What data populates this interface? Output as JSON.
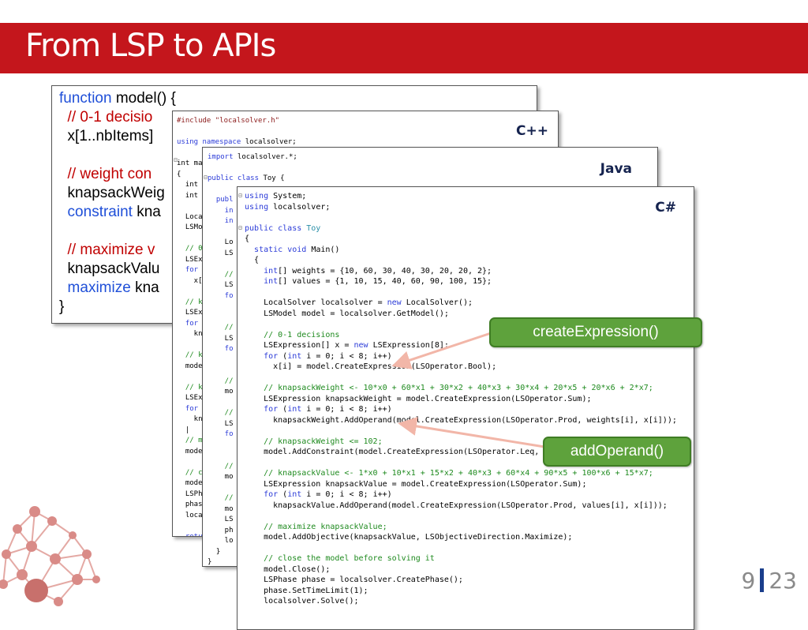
{
  "slide": {
    "title": "From LSP to APIs",
    "page_current": "9",
    "page_total": "23",
    "colors": {
      "title_bar": "#c4161c",
      "callout": "#5ea23c",
      "callout_border": "#3f7d24",
      "arrow": "#f2b6a8",
      "page_sep": "#1a3e8c"
    }
  },
  "lsp_code": {
    "line1": "model() {",
    "line1_kw": "function",
    "line2": "  // 0-1 decisio",
    "line3": "  x[1..nbItems]",
    "line5": "  // weight con",
    "line6": "  knapsackWeig",
    "line7_kw": "  constraint",
    "line7": " kna",
    "line9": "  // maximize v",
    "line10": "  knapsackValu",
    "line11_kw": "  maximize",
    "line11": " kna",
    "line12": "}"
  },
  "cpp_panel": {
    "lang": "C++",
    "include": "#include \"localsolver.h\"",
    "using_kw": "using namespace",
    "using_rest": " localsolver;",
    "l1": "int ma",
    "l2": "{",
    "l3": "  int",
    "l4": "  int",
    "l5": "  Loca",
    "l6": "  LSMo",
    "l7": "  // 0",
    "l8": "  LSEx",
    "l9": "  for",
    "l10": "    x[",
    "l11": "  // k",
    "l12": "  LSEx",
    "l13": "  for",
    "l14": "    kn",
    "l15": "  // k",
    "l16": "  mode",
    "l17": "  // k",
    "l18": "  LSEx",
    "l19": "  for",
    "l20": "    kn",
    "l21": "  |",
    "l22": "  // m",
    "l23": "  mode",
    "l24": "  // c",
    "l25": "  mode",
    "l26": "  LSPh",
    "l27": "  phas",
    "l28": "  loca",
    "l29": "  retu",
    "l30": "}"
  },
  "java_panel": {
    "lang": "Java",
    "import_kw": "import",
    "import_rest": " localsolver.*;",
    "class_kw": "public class",
    "class_rest": " Toy {",
    "l1": "  publ",
    "l2": "    in",
    "l3": "    in",
    "l4": "    Lo",
    "l5": "    LS",
    "l6": "    //",
    "l7": "    LS",
    "l8": "    fo",
    "l9": "    //",
    "l10": "    LS",
    "l11": "    fo",
    "l12": "    //",
    "l13": "    mo",
    "l14": "    //",
    "l15": "    LS",
    "l16": "    fo",
    "l17": "    //",
    "l18": "    mo",
    "l19": "    //",
    "l20": "    mo",
    "l21": "    LS",
    "l22": "    ph",
    "l23": "    lo",
    "l24": "  }",
    "l25": "}"
  },
  "cs_panel": {
    "lang": "C#",
    "lines": [
      "using System;",
      "using localsolver;",
      "",
      "public class Toy",
      "{",
      "  static void Main()",
      "  {",
      "    int[] weights = {10, 60, 30, 40, 30, 20, 20, 2};",
      "    int[] values = {1, 10, 15, 40, 60, 90, 100, 15};",
      "",
      "    LocalSolver localsolver = new LocalSolver();",
      "    LSModel model = localsolver.GetModel();",
      "",
      "    // 0-1 decisions",
      "    LSExpression[] x = new LSExpression[8];",
      "    for (int i = 0; i < 8; i++)",
      "      x[i] = model.CreateExpression(LSOperator.Bool);",
      "",
      "    // knapsackWeight <- 10*x0 + 60*x1 + 30*x2 + 40*x3 + 30*x4 + 20*x5 + 20*x6 + 2*x7;",
      "    LSExpression knapsackWeight = model.CreateExpression(LSOperator.Sum);",
      "    for (int i = 0; i < 8; i++)",
      "      knapsackWeight.AddOperand(model.CreateExpression(LSOperator.Prod, weights[i], x[i]));",
      "",
      "    // knapsackWeight <= 102;",
      "    model.AddConstraint(model.CreateExpression(LSOperator.Leq,",
      "",
      "    // knapsackValue <- 1*x0 + 10*x1 + 15*x2 + 40*x3 + 60*x4 + 90*x5 + 100*x6 + 15*x7;",
      "    LSExpression knapsackValue = model.CreateExpression(LSOperator.Sum);",
      "    for (int i = 0; i < 8; i++)",
      "      knapsackValue.AddOperand(model.CreateExpression(LSOperator.Prod, values[i], x[i]));",
      "",
      "    // maximize knapsackValue;",
      "    model.AddObjective(knapsackValue, LSObjectiveDirection.Maximize);",
      "",
      "    // close the model before solving it",
      "    model.Close();",
      "    LSPhase phase = localsolver.CreatePhase();",
      "    phase.SetTimeLimit(1);",
      "    localsolver.Solve();"
    ]
  },
  "callouts": {
    "create_expression": "createExpression()",
    "add_operand": "addOperand()"
  }
}
